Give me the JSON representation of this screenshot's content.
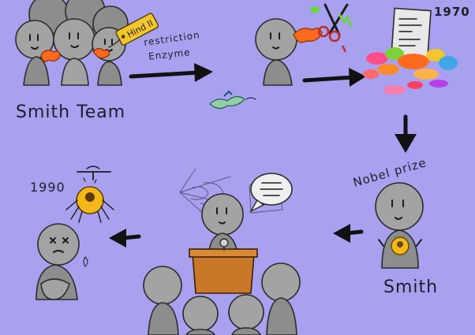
{
  "labels": {
    "smith_team": "Smith Team",
    "restriction_enzyme_line1": "restriction",
    "restriction_enzyme_line2": "Enzyme",
    "hind_tag": "Hind II",
    "year_1970": "1970",
    "nobel_prize": "Nobel prize",
    "smith": "Smith",
    "year_1990": "1990"
  },
  "colors": {
    "background": "#a8a1f0",
    "figure": "#8d8d8d",
    "enzyme_orange": "#ff6a1f",
    "tag_yellow": "#f3c52e",
    "medal_gold": "#f5b81a",
    "podium": "#c9782a"
  },
  "icons": [
    "scissors-icon",
    "dna-strand-icon",
    "document-icon",
    "medal-icon",
    "speech-bubble-icon",
    "spider-web-icon",
    "helicopter-icon",
    "arrow-right-icon",
    "arrow-down-icon",
    "arrow-left-icon"
  ]
}
